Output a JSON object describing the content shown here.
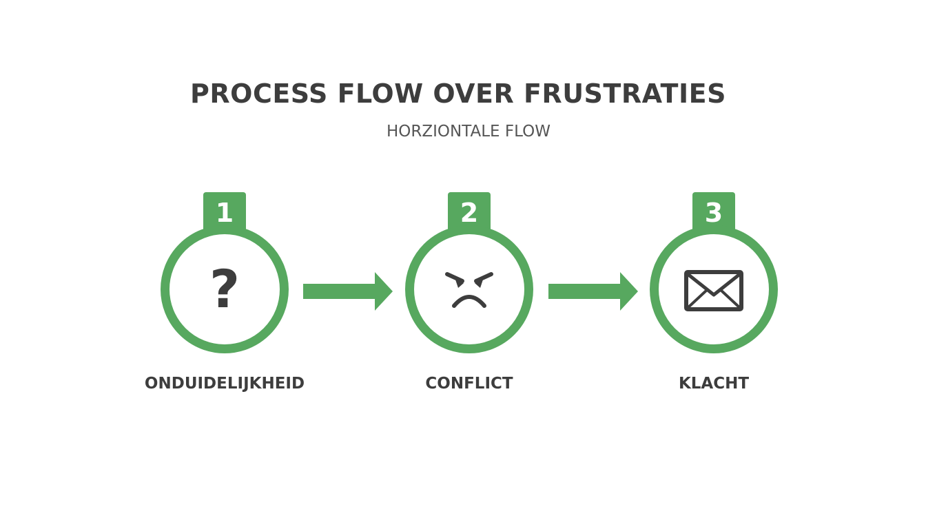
{
  "title": "PROCESS FLOW OVER FRUSTRATIES",
  "subtitle": "HORZIONTALE FLOW",
  "steps": [
    {
      "number": "1",
      "icon": "question-mark-icon",
      "label": "ONDUIDELIJKHEID"
    },
    {
      "number": "2",
      "icon": "angry-face-icon",
      "label": "CONFLICT"
    },
    {
      "number": "3",
      "icon": "envelope-icon",
      "label": "KLACHT"
    }
  ],
  "colors": {
    "accent": "#57a85f",
    "text": "#3d3d3d",
    "subtext": "#555555"
  }
}
